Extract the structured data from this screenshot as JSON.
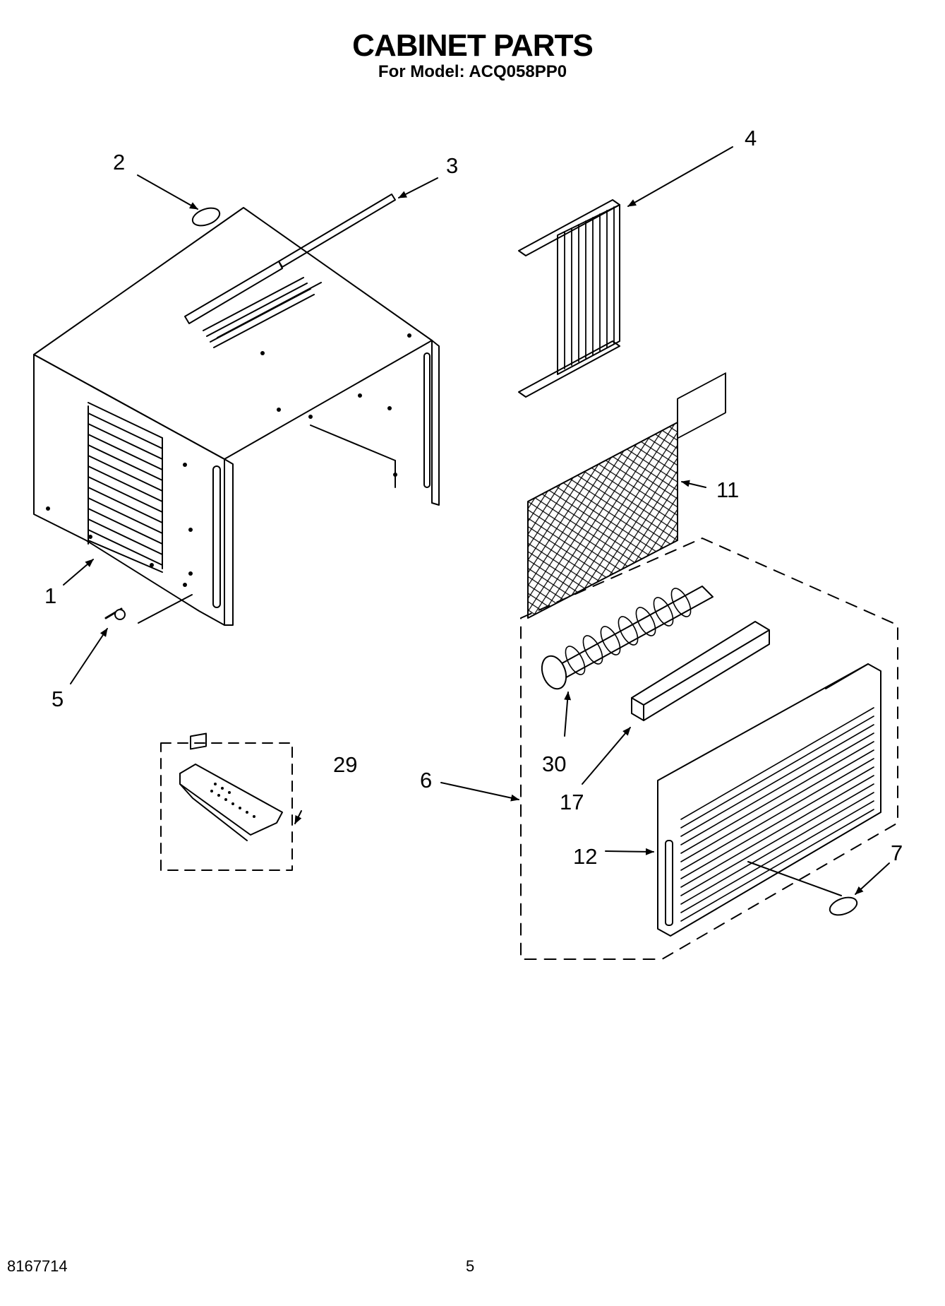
{
  "header": {
    "title": "CABINET PARTS",
    "subtitle": "For Model: ACQ058PP0"
  },
  "callouts": [
    {
      "id": "1",
      "label": "1"
    },
    {
      "id": "2",
      "label": "2"
    },
    {
      "id": "3",
      "label": "3"
    },
    {
      "id": "4",
      "label": "4"
    },
    {
      "id": "5",
      "label": "5"
    },
    {
      "id": "6",
      "label": "6"
    },
    {
      "id": "7",
      "label": "7"
    },
    {
      "id": "11",
      "label": "11"
    },
    {
      "id": "12",
      "label": "12"
    },
    {
      "id": "17",
      "label": "17"
    },
    {
      "id": "29",
      "label": "29"
    },
    {
      "id": "30",
      "label": "30"
    }
  ],
  "footer": {
    "doc_number": "8167714",
    "page_number": "5"
  }
}
